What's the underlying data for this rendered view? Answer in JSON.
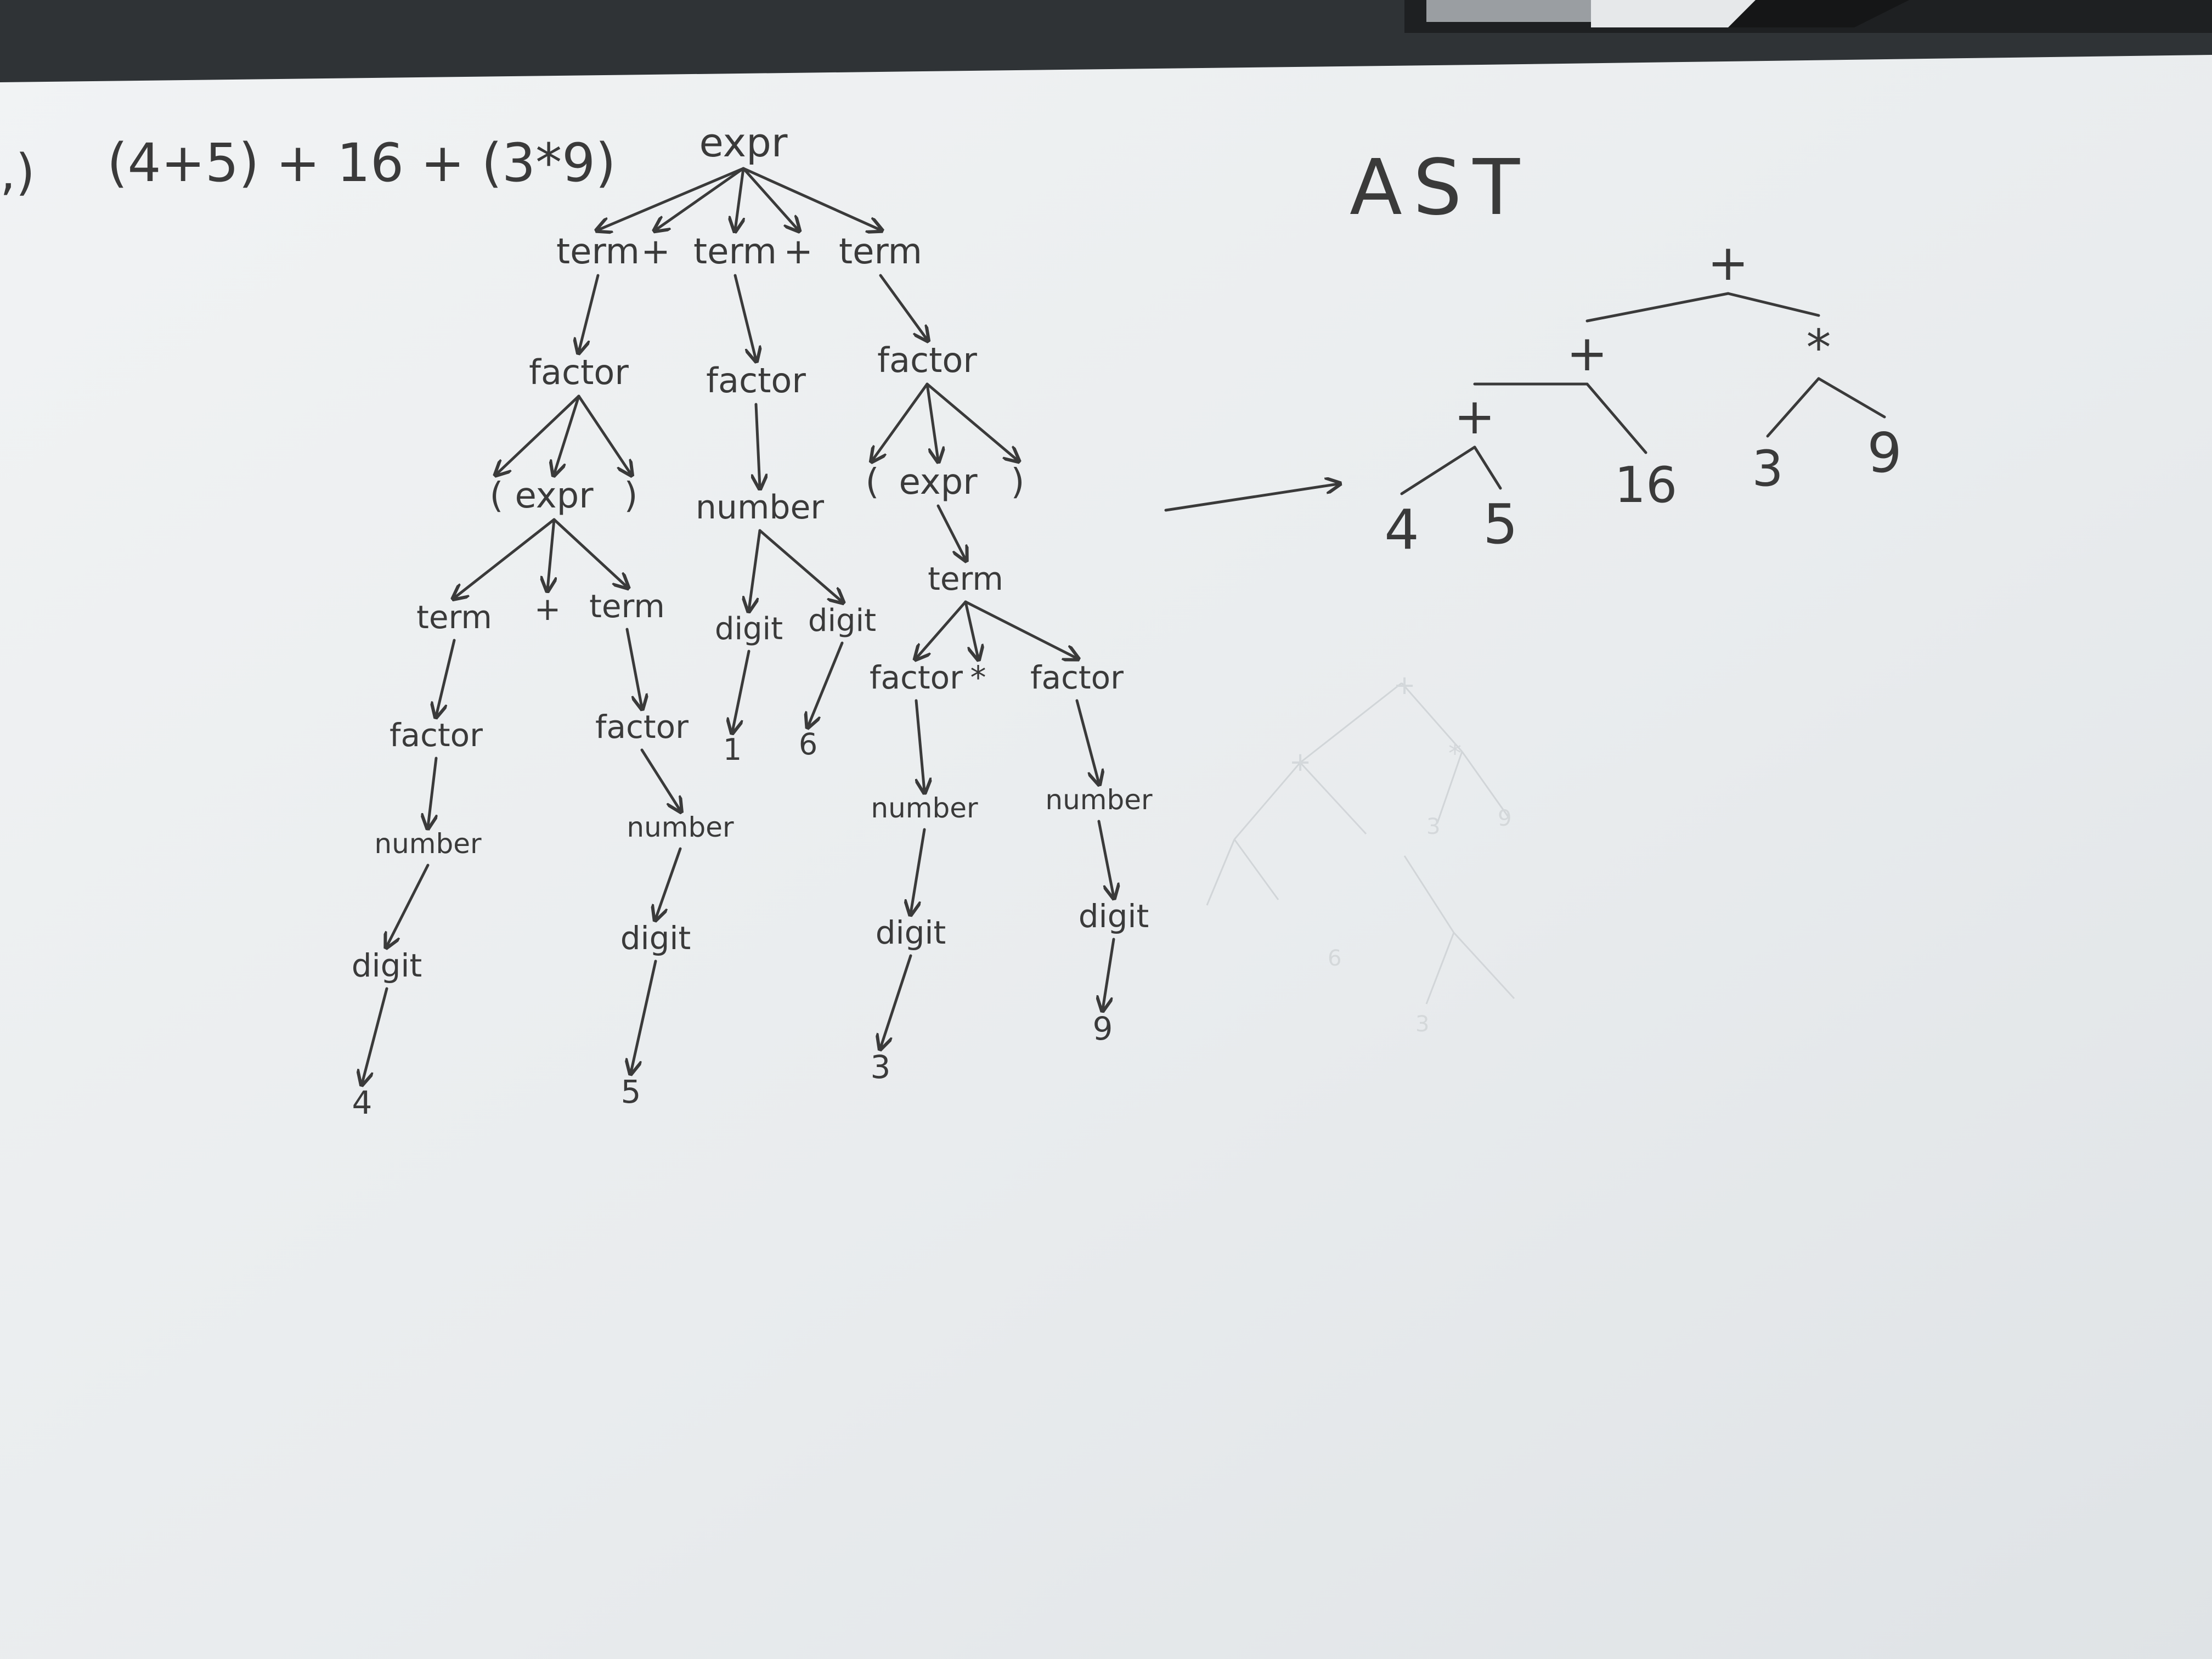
{
  "problem_label": ",)",
  "expression": "(4+5) + 16 + (3*9)",
  "ast_title": "AST",
  "parse_tree": [
    {
      "id": "root",
      "text": "expr"
    },
    {
      "id": "t1",
      "text": "term",
      "parent": "root"
    },
    {
      "id": "op1",
      "text": "+",
      "parent": "root"
    },
    {
      "id": "t2",
      "text": "term",
      "parent": "root"
    },
    {
      "id": "op2",
      "text": "+",
      "parent": "root"
    },
    {
      "id": "t3",
      "text": "term",
      "parent": "root"
    },
    {
      "id": "f1",
      "text": "factor",
      "parent": "t1"
    },
    {
      "id": "f2",
      "text": "factor",
      "parent": "t2"
    },
    {
      "id": "f3",
      "text": "factor",
      "parent": "t3"
    },
    {
      "id": "lp1",
      "text": "(",
      "parent": "f1"
    },
    {
      "id": "e1",
      "text": "expr",
      "parent": "f1"
    },
    {
      "id": "rp1",
      "text": ")",
      "parent": "f1"
    },
    {
      "id": "n2",
      "text": "number",
      "parent": "f2"
    },
    {
      "id": "lp3",
      "text": "(",
      "parent": "f3"
    },
    {
      "id": "e3",
      "text": "expr",
      "parent": "f3"
    },
    {
      "id": "rp3",
      "text": ")",
      "parent": "f3"
    },
    {
      "id": "t11",
      "text": "term",
      "parent": "e1"
    },
    {
      "id": "op11",
      "text": "+",
      "parent": "e1"
    },
    {
      "id": "t12",
      "text": "term",
      "parent": "e1"
    },
    {
      "id": "d21",
      "text": "digit",
      "parent": "n2"
    },
    {
      "id": "d22",
      "text": "digit",
      "parent": "n2"
    },
    {
      "id": "t31",
      "text": "term",
      "parent": "e3"
    },
    {
      "id": "f11",
      "text": "factor",
      "parent": "t11"
    },
    {
      "id": "f12",
      "text": "factor",
      "parent": "t12"
    },
    {
      "id": "v1",
      "text": "1",
      "parent": "d21"
    },
    {
      "id": "v6",
      "text": "6",
      "parent": "d22"
    },
    {
      "id": "f31",
      "text": "factor",
      "parent": "t31"
    },
    {
      "id": "op31",
      "text": "*",
      "parent": "t31"
    },
    {
      "id": "f32",
      "text": "factor",
      "parent": "t31"
    },
    {
      "id": "n11",
      "text": "number",
      "parent": "f11"
    },
    {
      "id": "n12",
      "text": "number",
      "parent": "f12"
    },
    {
      "id": "n31",
      "text": "number",
      "parent": "f31"
    },
    {
      "id": "n32",
      "text": "number",
      "parent": "f32"
    },
    {
      "id": "d11",
      "text": "digit",
      "parent": "n11"
    },
    {
      "id": "d12",
      "text": "digit",
      "parent": "n12"
    },
    {
      "id": "d31",
      "text": "digit",
      "parent": "n31"
    },
    {
      "id": "d32",
      "text": "digit",
      "parent": "n32"
    },
    {
      "id": "v4",
      "text": "4",
      "parent": "d11"
    },
    {
      "id": "v5",
      "text": "5",
      "parent": "d12"
    },
    {
      "id": "v3",
      "text": "3",
      "parent": "d31"
    },
    {
      "id": "v9",
      "text": "9",
      "parent": "d32"
    }
  ],
  "ast": [
    {
      "id": "a_root",
      "text": "+"
    },
    {
      "id": "a_plus",
      "text": "+",
      "parent": "a_root"
    },
    {
      "id": "a_mul",
      "text": "*",
      "parent": "a_root"
    },
    {
      "id": "a_plus2",
      "text": "+",
      "parent": "a_plus"
    },
    {
      "id": "a_16",
      "text": "16",
      "parent": "a_plus"
    },
    {
      "id": "a_3",
      "text": "3",
      "parent": "a_mul"
    },
    {
      "id": "a_9",
      "text": "9",
      "parent": "a_mul"
    },
    {
      "id": "a_4",
      "text": "4",
      "parent": "a_plus2"
    },
    {
      "id": "a_5",
      "text": "5",
      "parent": "a_plus2"
    }
  ],
  "colors": {
    "paper": "#eef0f1",
    "ink": "#3a3a3a",
    "background": "#2f3336",
    "ghost": "#cfd3d6"
  }
}
